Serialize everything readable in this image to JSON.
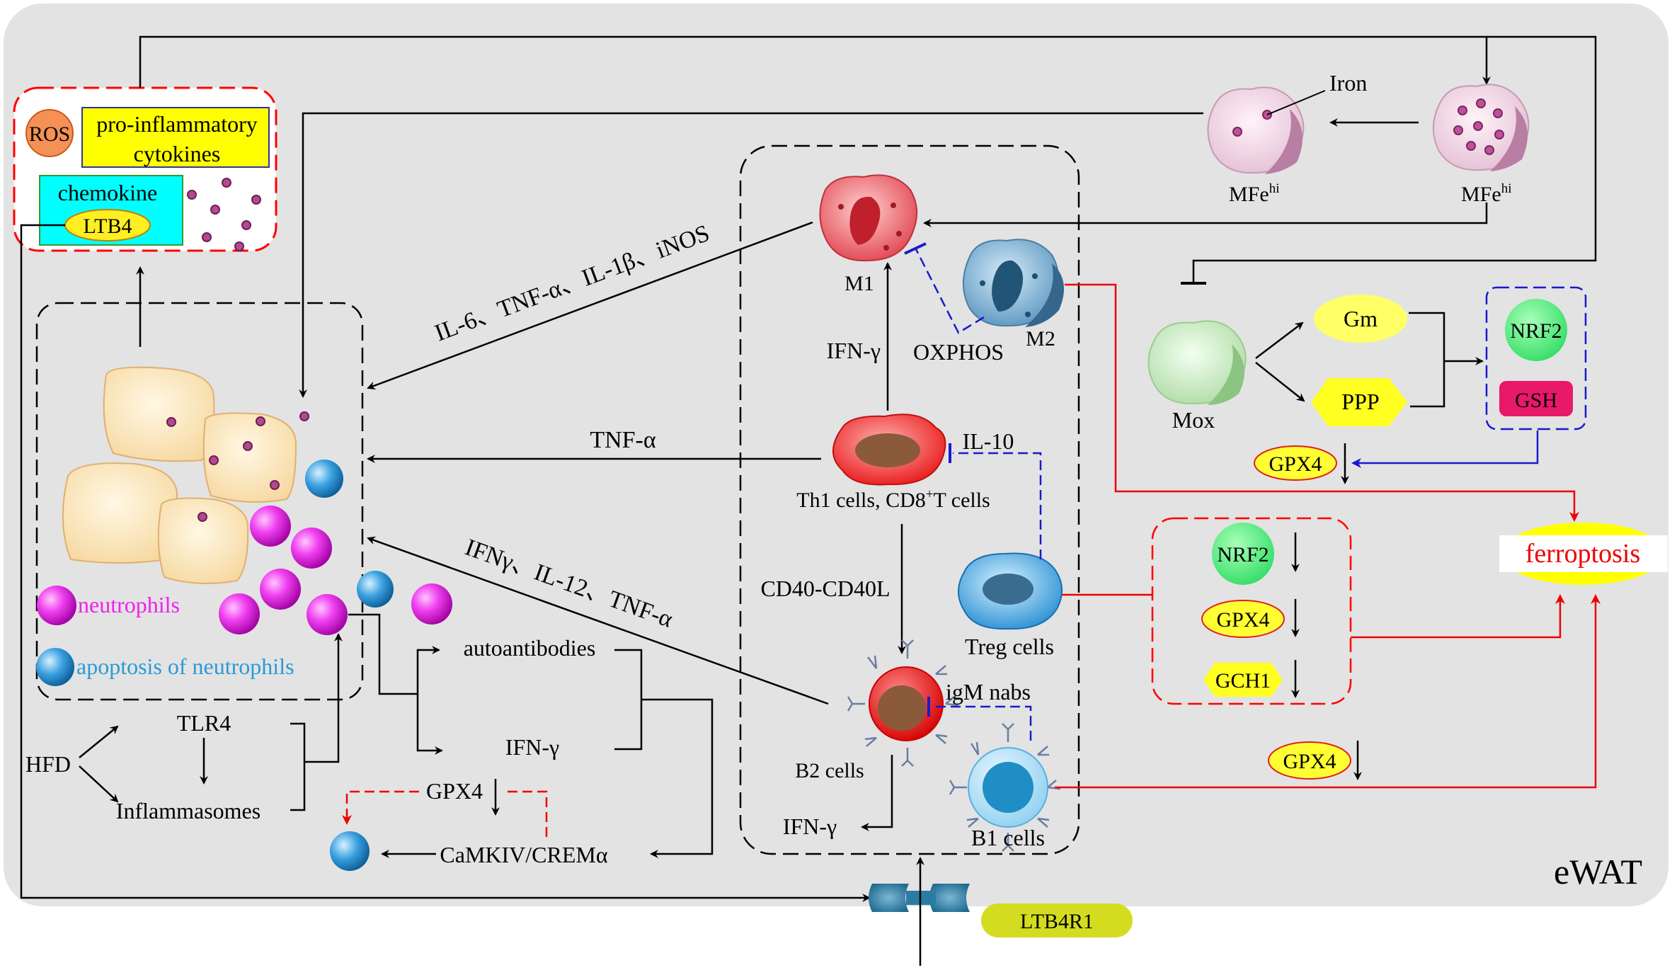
{
  "region_label": "eWAT",
  "receptor_label": "LTB4R1",
  "top_left_box": {
    "ros": "ROS",
    "cytokines_line1": "pro-inflammatory",
    "cytokines_line2": "cytokines",
    "chemokine": "chemokine",
    "ltb4": "LTB4"
  },
  "iron_cells": {
    "iron_label": "Iron",
    "mfe_left": "MFe",
    "mfe_right": "MFe",
    "mfe_sup": "hi"
  },
  "macrophages": {
    "m1": "M1",
    "m2": "M2",
    "oxphos": "OXPHOS",
    "mox": "Mox"
  },
  "mox_pathway": {
    "gm": "Gm",
    "ppp": "PPP",
    "nrf2": "NRF2",
    "gsh": "GSH",
    "gpx4": "GPX4"
  },
  "arrows_text": {
    "cytokines_m1": "IL-6、TNF-α、IL-1β、iNOS",
    "tnf_alpha": "TNF-α",
    "ifn_il12": "IFNγ、IL-12、TNF-α",
    "ifn_gamma_m1": "IFN-γ",
    "il10": "IL-10",
    "cd40": "CD40-CD40L",
    "igm": "igM nabs",
    "ifn_gamma_b2": "IFN-γ"
  },
  "t_cells": {
    "th1_a": "Th1 cells, CD8",
    "th1_sup": "+",
    "th1_b": "T cells",
    "treg": "Treg cells",
    "b2": "B2 cells",
    "b1": "B1 cells"
  },
  "treg_box": {
    "nrf2": "NRF2",
    "gpx4": "GPX4",
    "gch1": "GCH1"
  },
  "b1_gpx4": "GPX4",
  "ferroptosis": "ferroptosis",
  "adipose_legend": {
    "neutrophils": "neutrophils",
    "apoptosis": "apoptosis of neutrophils"
  },
  "bottom_left": {
    "hfd": "HFD",
    "tlr4": "TLR4",
    "inflammasomes": "Inflammasomes",
    "autoantibodies": "autoantibodies",
    "ifn_gamma": "IFN-γ",
    "gpx4": "GPX4",
    "camk": "CaMKIV/CREMα"
  },
  "colors": {
    "background": "#e3e3e3",
    "red_dash": "#ff0000",
    "blue_dash": "#1a1acc",
    "neutrophil": "#ee22ee",
    "apoptotic": "#3aa0e0",
    "yellow": "#ffff00",
    "cyan": "#00ffff",
    "green": "#55ee77",
    "ferroptosis_text": "#ee0000"
  }
}
